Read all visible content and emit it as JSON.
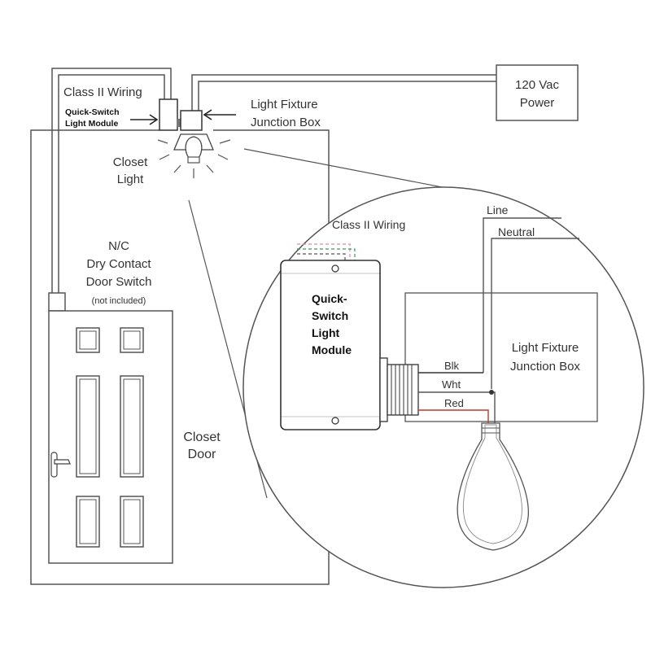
{
  "labels": {
    "class_ii_wiring_top": "Class II Wiring",
    "module_small_line1": "Quick-Switch",
    "module_small_line2": "Light Module",
    "light_fixture_line1": "Light Fixture",
    "light_fixture_line2": "Junction Box",
    "power_line1": "120 Vac",
    "power_line2": "Power",
    "closet_light_line1": "Closet",
    "closet_light_line2": "Light",
    "door_switch_line1": "N/C",
    "door_switch_line2": "Dry Contact",
    "door_switch_line3": "Door Switch",
    "door_switch_line4": "(not included)",
    "closet_door_line1": "Closet",
    "closet_door_line2": "Door"
  },
  "detail": {
    "class_ii_wiring": "Class II Wiring",
    "line": "Line",
    "neutral": "Neutral",
    "module_line1": "Quick-",
    "module_line2": "Switch",
    "module_line3": "Light",
    "module_line4": "Module",
    "junction_line1": "Light Fixture",
    "junction_line2": "Junction Box",
    "blk": "Blk",
    "wht": "Wht",
    "red": "Red"
  },
  "colors": {
    "line": "#555555",
    "text": "#333333",
    "red_wire": "#c0392b",
    "green_dash": "#3a9a5a",
    "pink_dash": "#d98ca0"
  }
}
